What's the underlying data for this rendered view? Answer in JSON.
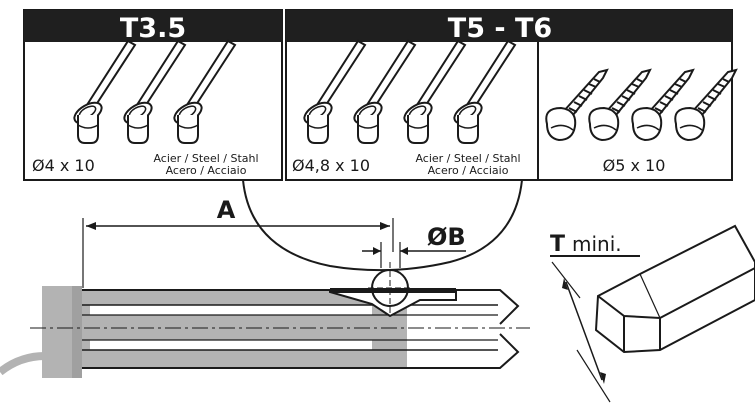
{
  "panel_left": {
    "header": "T3.5",
    "size": "Ø4 x 10",
    "material_line1": "Acier / Steel / Stahl",
    "material_line2": "Acero / Acciaio"
  },
  "panel_right": {
    "header": "T5 - T6",
    "rivet_size": "Ø4,8 x 10",
    "material_line1": "Acier / Steel / Stahl",
    "material_line2": "Acero / Acciaio",
    "screw_size": "Ø5 x 10"
  },
  "dimensions": {
    "a_label": "A",
    "b_label": "ØB",
    "t_label": "T",
    "t_suffix": "mini."
  },
  "colors": {
    "header_bg": "#1f1f1f",
    "gray_fill": "#b3b3b3",
    "stroke": "#1a1a1a"
  }
}
